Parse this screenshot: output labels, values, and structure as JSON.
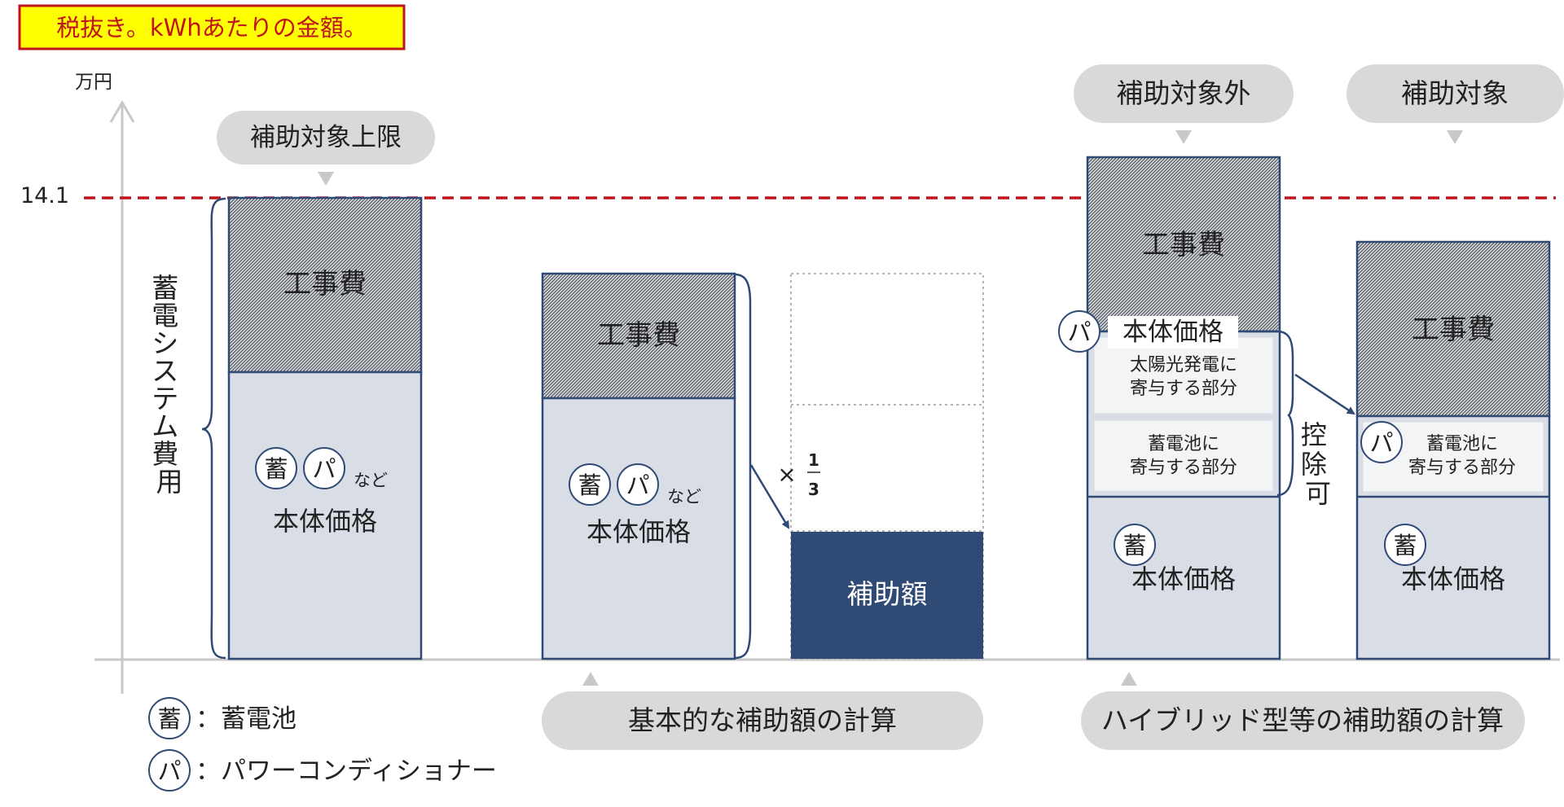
{
  "note": "税抜き。kWhあたりの金額。",
  "axis": {
    "unit": "万円",
    "limit_value": "14.1"
  },
  "labels": {
    "cap": "補助対象上限",
    "excluded": "補助対象外",
    "included": "補助対象",
    "construction": "工事費",
    "body_price": "本体価格",
    "etc": "など",
    "system_cost": "蓄電システム費用",
    "multiply_sign": "×",
    "fraction_num": "1",
    "fraction_den": "3",
    "subsidy_amount": "補助額",
    "solar_part_1": "太陽光発電に",
    "solar_part_2": "寄与する部分",
    "battery_part_1": "蓄電池に",
    "battery_part_2": "寄与する部分",
    "deductible": "控除可"
  },
  "symbols": {
    "battery": "蓄",
    "pcs": "パ"
  },
  "captions": {
    "basic_calc": "基本的な補助額の計算",
    "hybrid_calc": "ハイブリッド型等の補助額の計算"
  },
  "legend": [
    {
      "symbol": "蓄",
      "text": "：蓄電池"
    },
    {
      "symbol": "パ",
      "text": "：パワーコンディショナー"
    }
  ],
  "colors": {
    "navy": "#2f4a75",
    "light_fill": "#d8dde6",
    "hatch_fill": "#cdd2da",
    "limit_line": "#c0141c",
    "note_bg": "#ffff00",
    "note_border": "#c0141c",
    "pill_bg": "#d9d9d9",
    "axis": "#c8c8c8"
  }
}
